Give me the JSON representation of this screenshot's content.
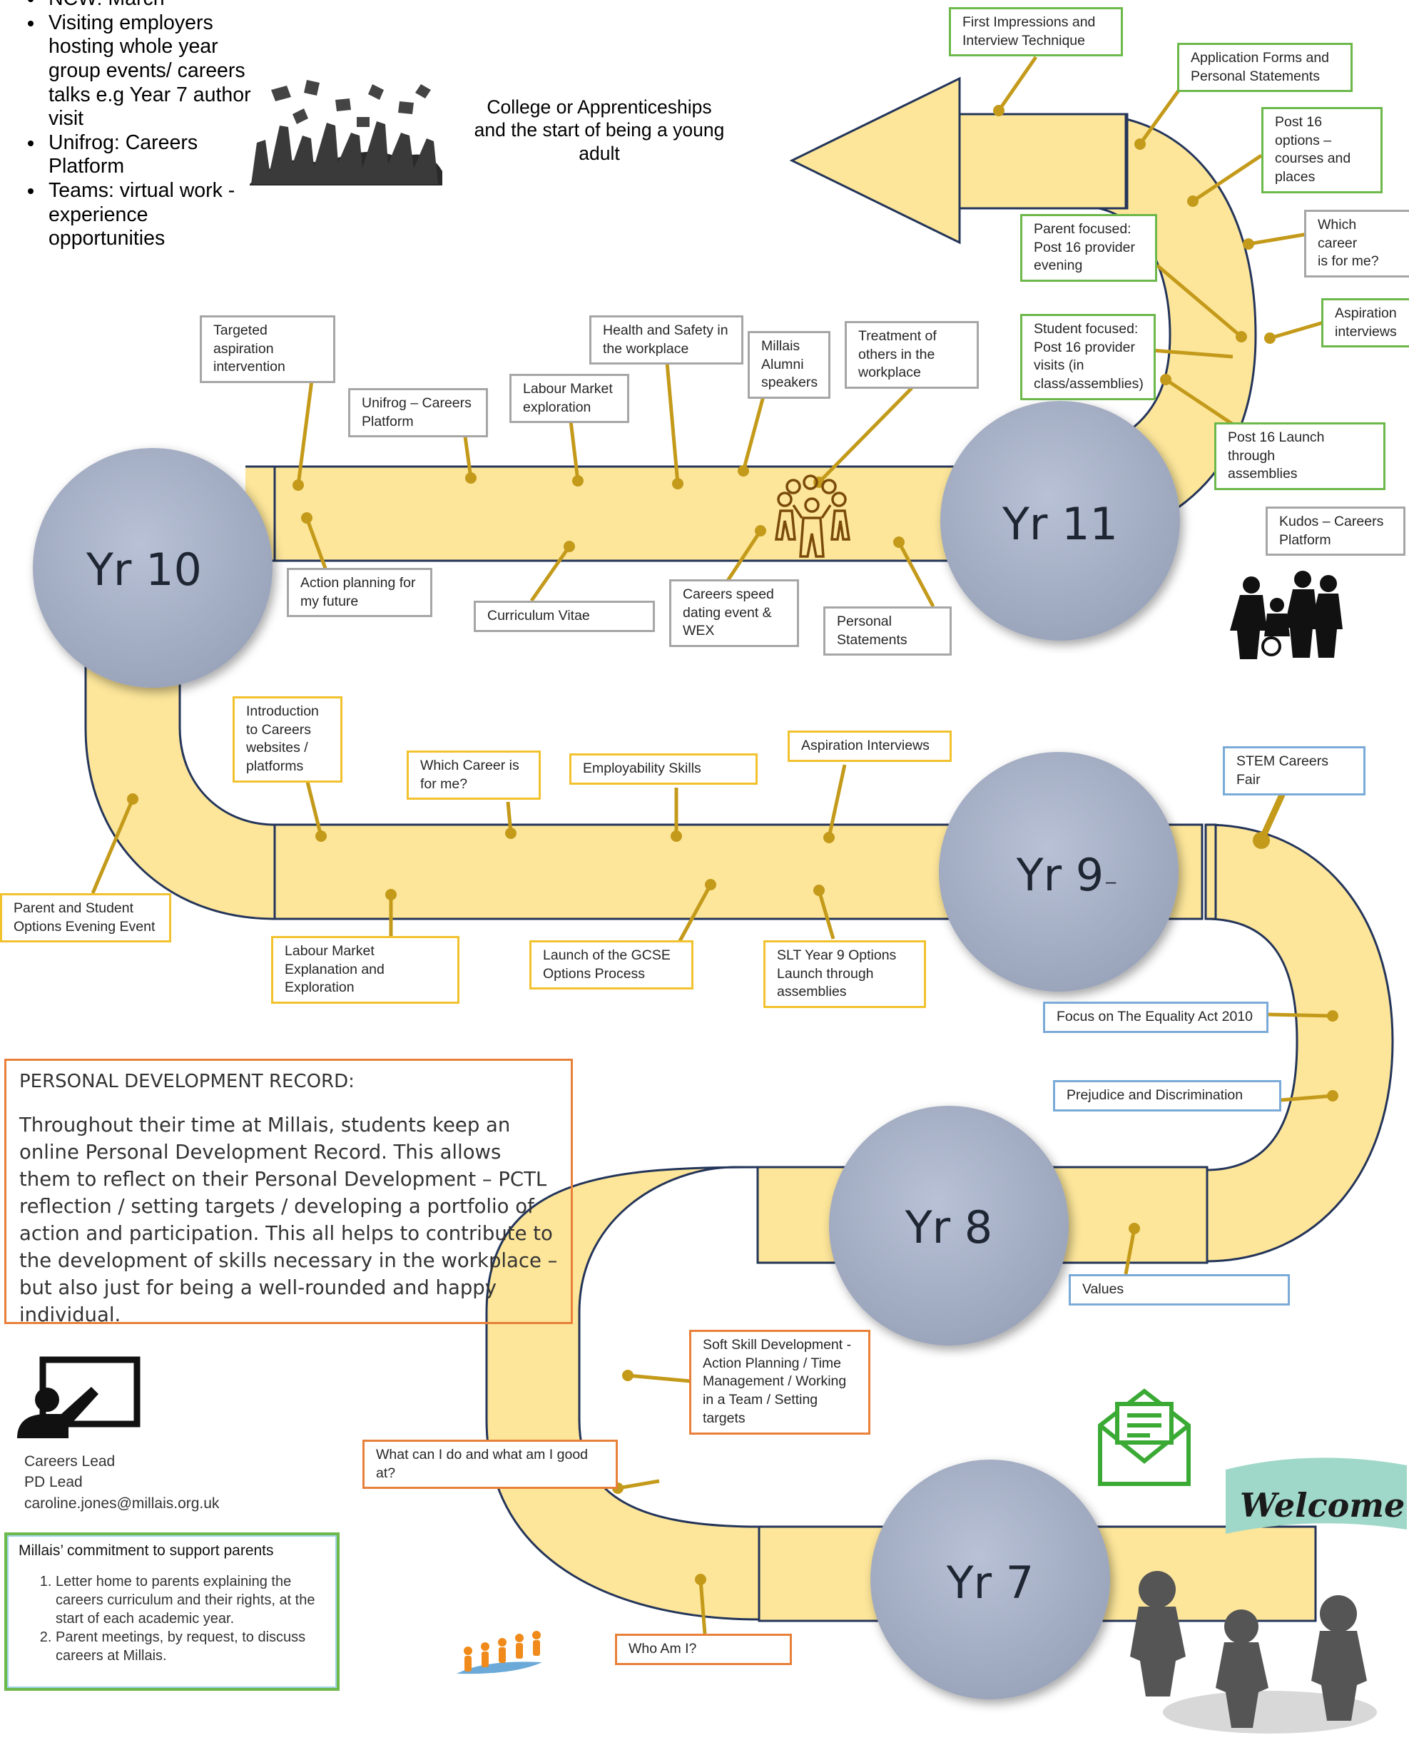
{
  "intro": {
    "bullets": [
      "NCW: March",
      "Visiting employers hosting whole year group events/ careers talks e.g Year 7 author visit",
      "Unifrog: Careers Platform",
      "Teams: virtual work -experience opportunities"
    ],
    "headline": "College or Apprenticeships and the start of being a young adult"
  },
  "years": {
    "yr10": "Yr 10",
    "yr11": "Yr 11",
    "yr9": "Yr 9",
    "yr9_dash": "–",
    "yr8": "Yr 8",
    "yr7": "Yr 7"
  },
  "yr11_labels": {
    "first_impressions": "First Impressions and\nInterview Technique",
    "application_forms": "Application Forms and\nPersonal Statements",
    "post16_options": "Post 16\noptions –\ncourses and\nplaces",
    "which_career": "Which career\nis for me?",
    "aspiration_interviews": "Aspiration\ninterviews",
    "parent_focused": "Parent focused:\nPost 16 provider\nevening",
    "student_focused": "Student focused:\nPost 16 provider\nvisits (in\nclass/assemblies)",
    "post16_launch": "Post 16 Launch through\nassemblies",
    "kudos": "Kudos – Careers\nPlatform"
  },
  "yr10_labels": {
    "targeted_aspiration": "Targeted\naspiration\nintervention",
    "unifrog": "Unifrog – Careers\nPlatform",
    "labour_market": "Labour Market\nexploration",
    "health_safety": "Health and Safety in\nthe workplace",
    "alumni": "Millais\nAlumni\nspeakers",
    "treatment_others": "Treatment of\nothers in the\nworkplace",
    "action_planning": "Action planning for\nmy future",
    "cv": "Curriculum Vitae",
    "speed_dating": "Careers speed\ndating event &\nWEX",
    "personal_statements": "Personal\nStatements"
  },
  "yr9_labels": {
    "intro_careers": "Introduction\nto Careers\nwebsites /\nplatforms",
    "which_career": "Which Career is\nfor me?",
    "employability": "Employability Skills",
    "aspiration_interviews": "Aspiration Interviews",
    "stem_fair": "STEM Careers Fair",
    "options_evening": "Parent and Student\nOptions Evening Event",
    "labour_market": "Labour Market\nExplanation and\nExploration",
    "gcse_launch": "Launch of the GCSE\nOptions Process",
    "slt_launch": "SLT Year 9 Options\nLaunch through\nassemblies"
  },
  "yr8_labels": {
    "equality_act": "Focus on The Equality Act 2010",
    "prejudice": "Prejudice and Discrimination",
    "values": "Values"
  },
  "yr7_labels": {
    "soft_skill": "Soft Skill Development -\nAction Planning /  Time\nManagement / Working\nin a Team / Setting\ntargets",
    "what_can_i_do": "What can I do and what am I good\nat?",
    "who_am_i": "Who Am I?"
  },
  "pdr": {
    "title": "PERSONAL DEVELOPMENT RECORD:",
    "body": "Throughout their time at Millais, students keep an online Personal Development Record. This allows them to reflect on their Personal Development – PCTL reflection / setting targets / developing a portfolio of action and participation. This all helps to contribute to the development of skills necessary in the workplace – but also just for being a well-rounded and happy individual."
  },
  "contact": {
    "role1": "Careers Lead",
    "role2": "PD Lead",
    "email": "caroline.jones@millais.org.uk"
  },
  "commitment": {
    "title": "Millais’ commitment to support parents",
    "items": [
      "Letter home to parents explaining the careers curriculum and their rights, at the start of each academic year.",
      "Parent meetings, by request, to discuss careers at Millais."
    ]
  },
  "decor": {
    "welcome_text": "Welcome"
  },
  "colors": {
    "path_fill": "#fde69a",
    "path_stroke": "#24355a",
    "circle_fill": "#a9b3c8",
    "connector": "#c49a1a",
    "grey_border": "#a6a6a6",
    "yellow_border": "#f2c22e",
    "green_border": "#6cb84a",
    "blue_border": "#7aaad7",
    "orange_border": "#e8803a"
  },
  "icons": [
    "graduation-caps-icon",
    "people-group-icon",
    "silhouettes-icon",
    "teacher-board-icon",
    "mail-icon",
    "welcome-sign-icon",
    "team-figures-icon",
    "walking-people-icon"
  ]
}
